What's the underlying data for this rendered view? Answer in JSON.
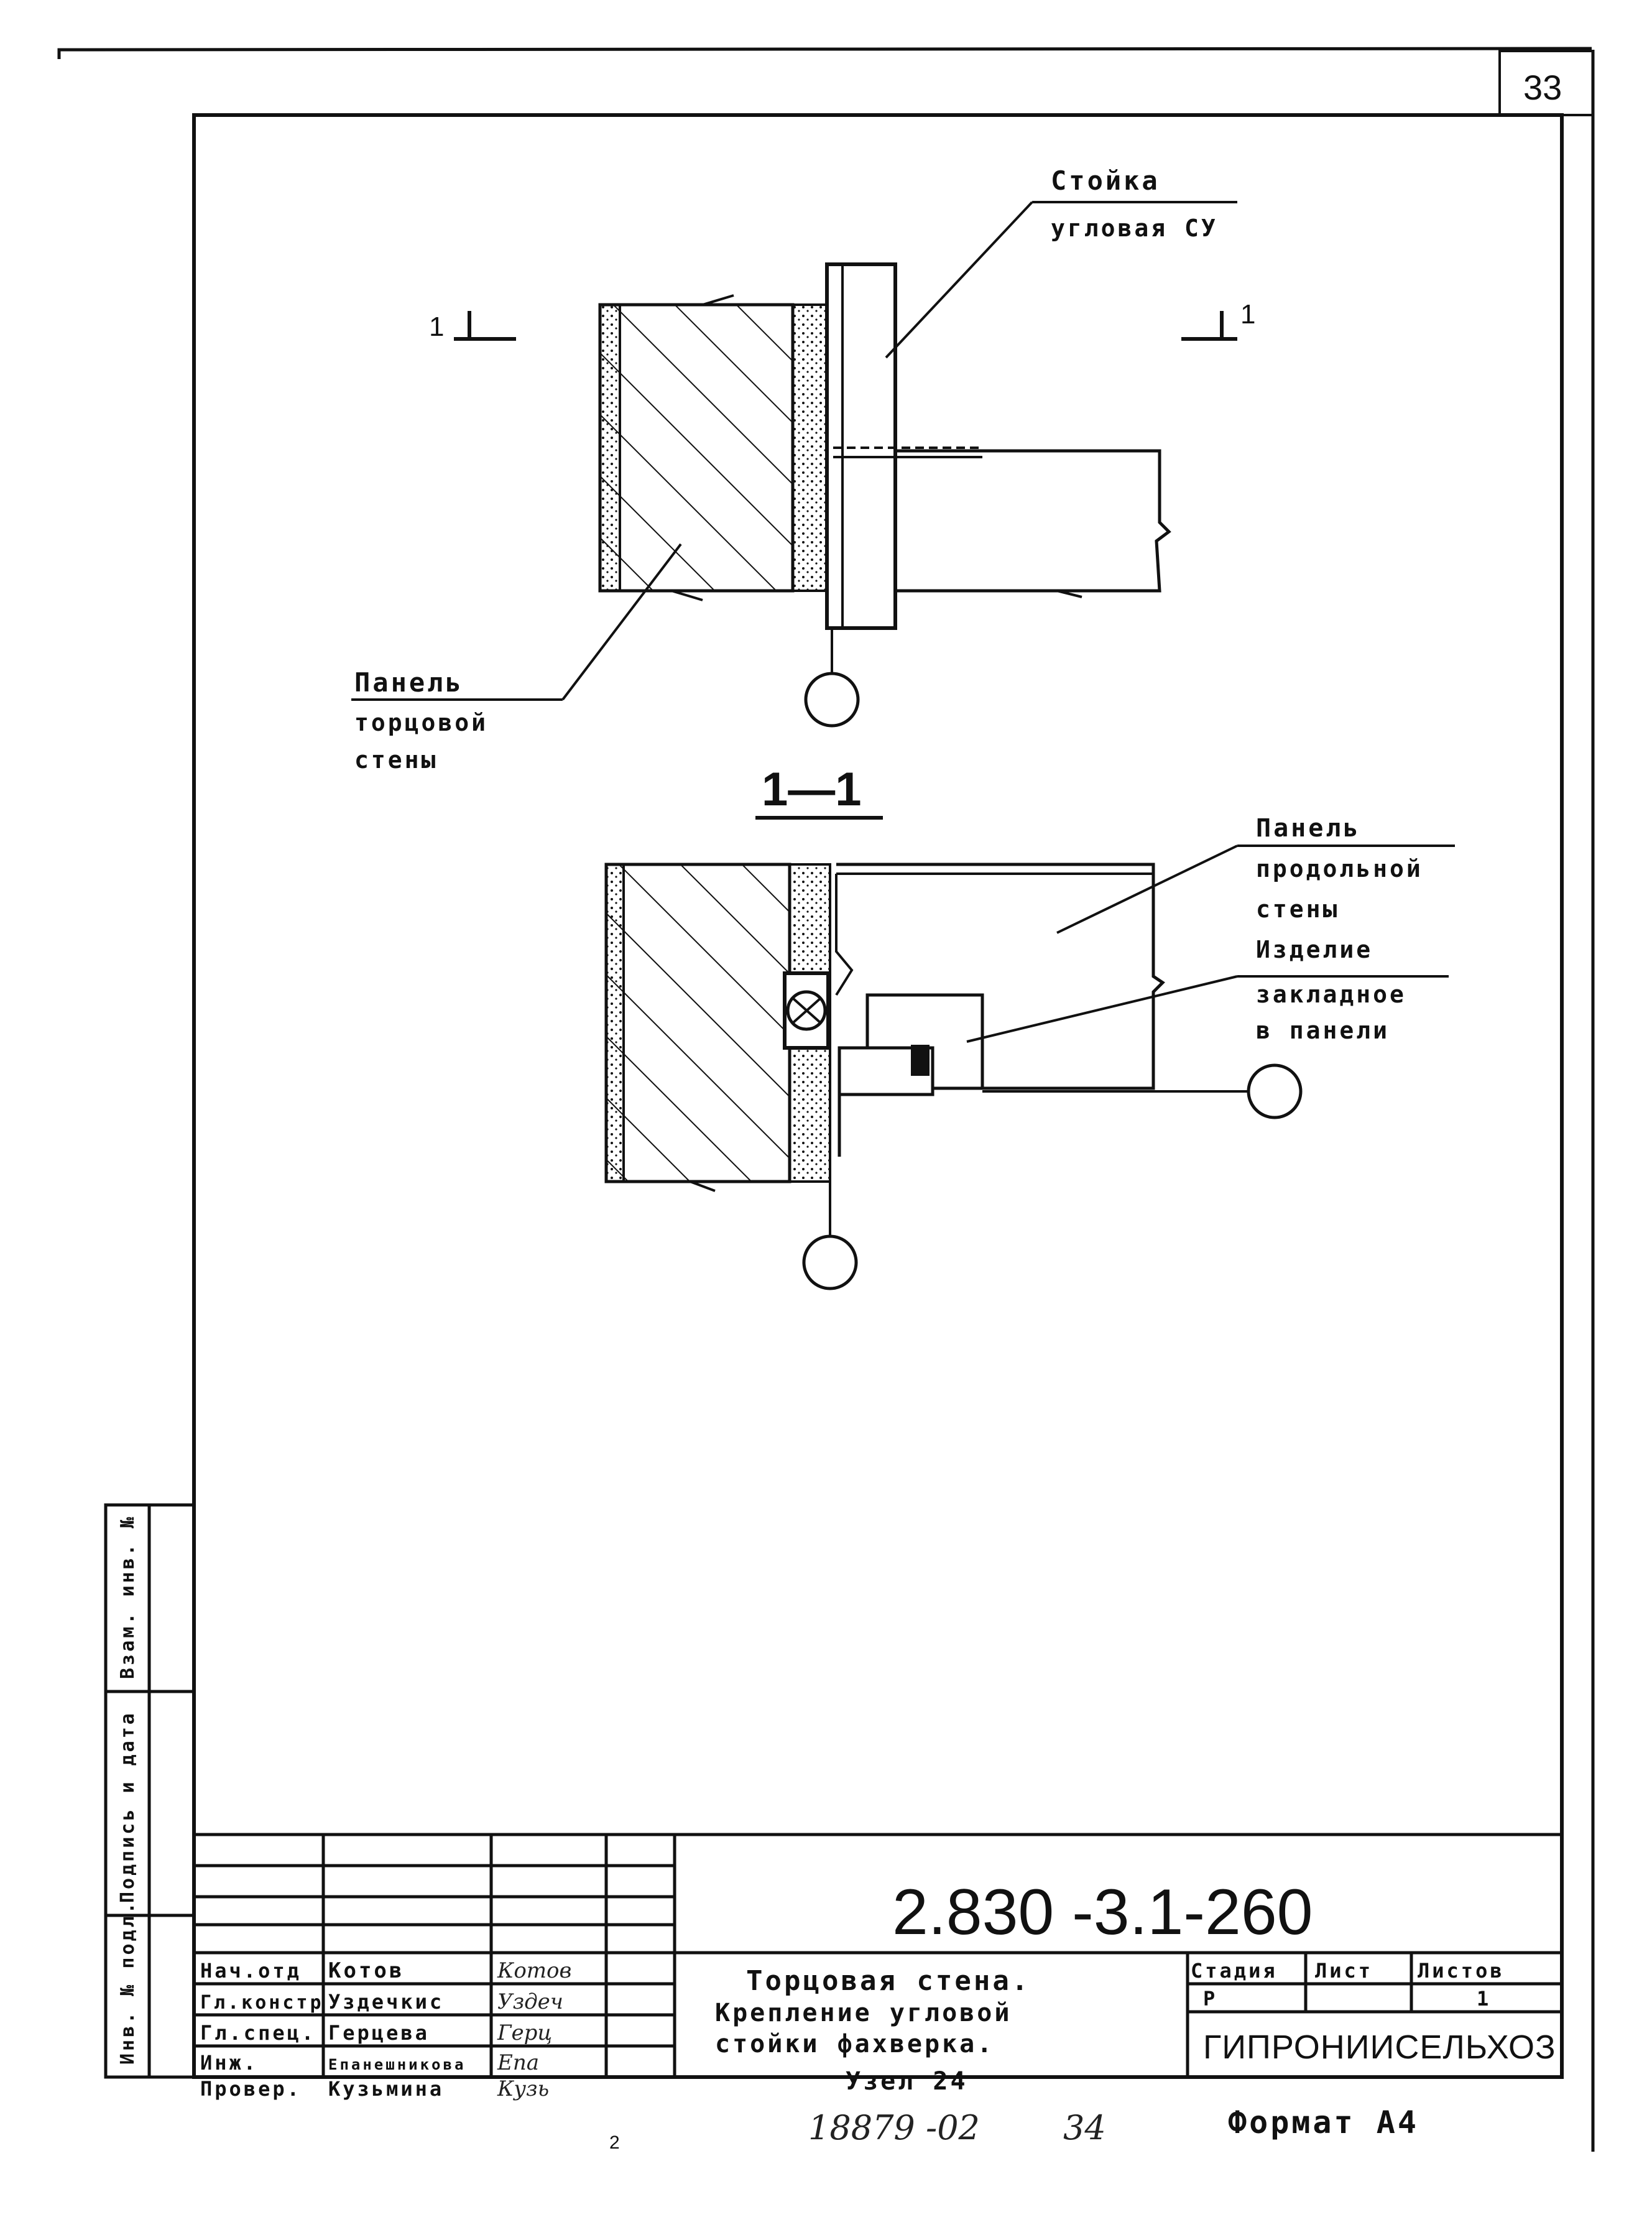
{
  "sheet": {
    "page_number": "33",
    "document_code": "2.830 -3.1-260",
    "bottom_note_number": "18879 -02",
    "bottom_note_page": "34",
    "format_label": "Формат А4",
    "stray_mark": "2"
  },
  "drawing": {
    "top_label_line1": "Стойка",
    "top_label_line2": "угловая СУ",
    "section_mark_left": "1",
    "section_mark_right": "1",
    "panel_end_line1": "Панель",
    "panel_end_line2": "торцовой",
    "panel_end_line3": "стены",
    "section_title": "1—1",
    "panel_long_line1": "Панель",
    "panel_long_line2": "продольной",
    "panel_long_line3": "стены",
    "embedded_line1": "Изделие",
    "embedded_line2": "закладное",
    "embedded_line3": "в панели"
  },
  "side_stamp": {
    "col1": "Инв. № подл.",
    "col2": "Подпись и дата",
    "col3": "Взам. инв. №"
  },
  "title_block": {
    "roles": [
      "Нач.отд",
      "Гл.констр",
      "Гл.спец.",
      "Инж.",
      "Провер."
    ],
    "names": [
      "Котов",
      "Уздечкис",
      "Герцева",
      "Епанешникова",
      "Кузьмина"
    ],
    "signatures": [
      "Котов",
      "Уздеч",
      "Герц",
      "Епа",
      "Кузь"
    ],
    "description_line1": "Торцовая стена.",
    "description_line2": "Крепление угловой",
    "description_line3": "стойки фахверка.",
    "description_line4": "Узел 24",
    "stage_header": "Стадия",
    "sheet_header": "Лист",
    "sheets_header": "Листов",
    "stage_value": "Р",
    "sheet_value": "",
    "sheets_value": "1",
    "organization": "ГИПРОНИИСЕЛЬХОЗ"
  }
}
